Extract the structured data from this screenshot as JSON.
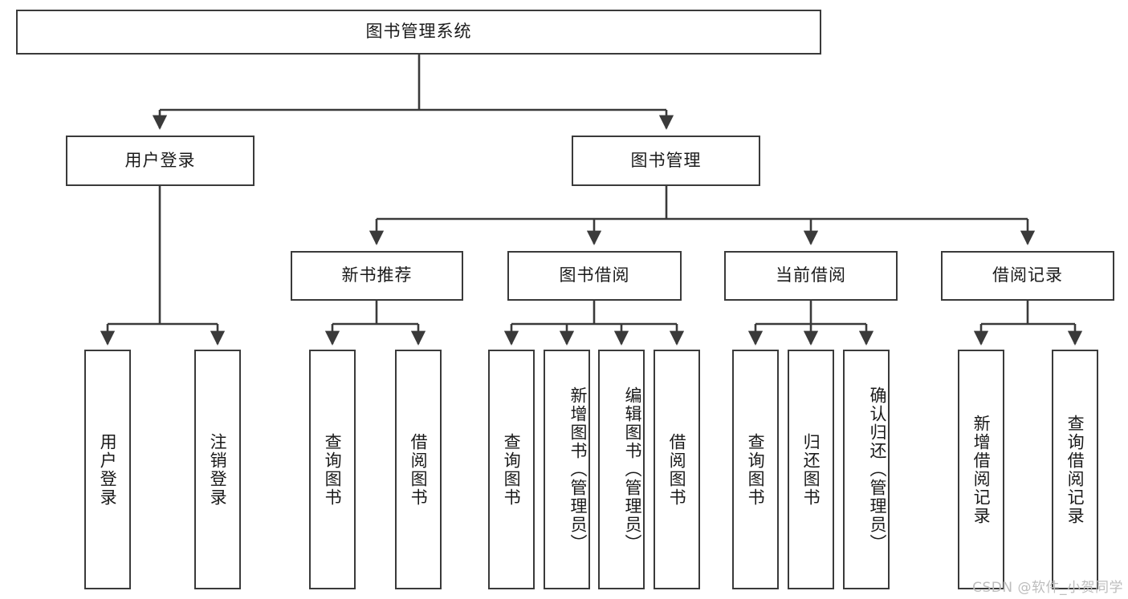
{
  "diagram": {
    "type": "tree",
    "title_node": "图书管理系统",
    "watermark": "CSDN @软件_小贺同学",
    "colors": {
      "background": "#ffffff",
      "border": "#3a3a3a",
      "text": "#1a1a1a",
      "connector": "#3a3a3a",
      "watermark": "#bdbdbd"
    },
    "level1": {
      "label": "图书管理系统"
    },
    "level2": [
      {
        "label": "用户登录"
      },
      {
        "label": "图书管理"
      }
    ],
    "level3": [
      {
        "label": "新书推荐"
      },
      {
        "label": "图书借阅"
      },
      {
        "label": "当前借阅"
      },
      {
        "label": "借阅记录"
      }
    ],
    "leaves": {
      "user_login": [
        {
          "label": "用户登录"
        },
        {
          "label": "注销登录"
        }
      ],
      "new_book": [
        {
          "label": "查询图书"
        },
        {
          "label": "借阅图书"
        }
      ],
      "book_borrow": [
        {
          "label": "查询图书"
        },
        {
          "label": "新增图书（管理员）"
        },
        {
          "label": "编辑图书（管理员）"
        },
        {
          "label": "借阅图书"
        }
      ],
      "current_borrow": [
        {
          "label": "查询图书"
        },
        {
          "label": "归还图书"
        },
        {
          "label": "确认归还（管理员）"
        }
      ],
      "borrow_record": [
        {
          "label": "新增借阅记录"
        },
        {
          "label": "查询借阅记录"
        }
      ]
    }
  }
}
